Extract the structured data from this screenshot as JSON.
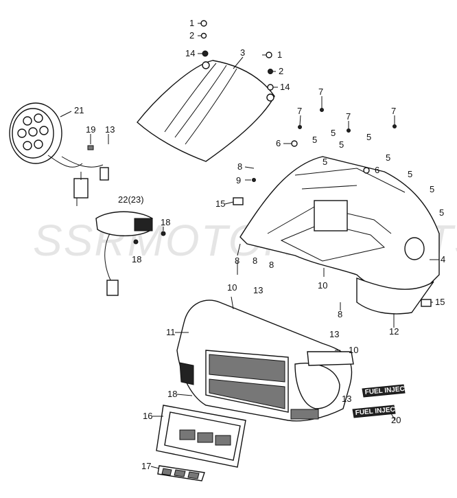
{
  "watermark": "SSRMOTORSPORTS",
  "decal_text": "FUEL INJECTION",
  "callouts": {
    "c1a": "1",
    "c2a": "2",
    "c14a": "14",
    "c3": "3",
    "c1b": "1",
    "c2b": "2",
    "c14b": "14",
    "c21": "21",
    "c19": "19",
    "c13a": "13",
    "c7a": "7",
    "c7b": "7",
    "c7c": "7",
    "c7d": "7",
    "c6a": "6",
    "c5a": "5",
    "c5b": "5",
    "c5c": "5",
    "c5d": "5",
    "c5e": "5",
    "c6b": "6",
    "c5f": "5",
    "c5g": "5",
    "c5h": "5",
    "c5i": "5",
    "c8a": "8",
    "c9": "9",
    "c15a": "15",
    "c22": "22(23)",
    "c18a": "18",
    "c18b": "18",
    "c4": "4",
    "c8b": "8",
    "c8c": "8",
    "c8d": "8",
    "c10a": "10",
    "c15b": "15",
    "c8e": "8",
    "c12": "12",
    "c10b": "10",
    "c13b": "13",
    "c11": "11",
    "c13c": "13",
    "c10c": "10",
    "c13d": "13",
    "c18c": "18",
    "c16": "16",
    "c20": "20",
    "c17": "17"
  }
}
